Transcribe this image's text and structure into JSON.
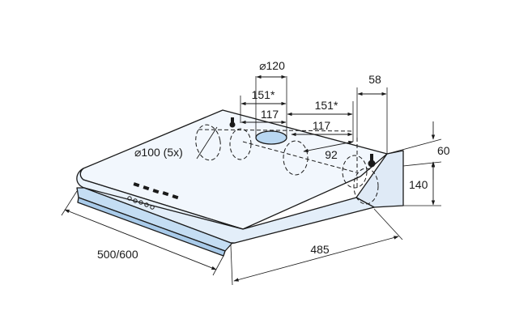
{
  "dimensions": {
    "duct_diameter": "⌀120",
    "outlet_offset_left": "151*",
    "outlet_offset_right": "151*",
    "inner_left": "117",
    "inner_right": "117",
    "rear_offset": "58",
    "side_depth": "92",
    "side_height_top": "60",
    "side_height": "140",
    "knockout_holes": "⌀100 (5x)",
    "width": "500/600",
    "depth": "485"
  },
  "colors": {
    "shell_fill": "#e9f2fb",
    "shell_top": "#f2f7fd",
    "filter_strip": "#c4ddf3",
    "outlet_fill": "#b9d7f1",
    "line": "#1a1a1a"
  }
}
